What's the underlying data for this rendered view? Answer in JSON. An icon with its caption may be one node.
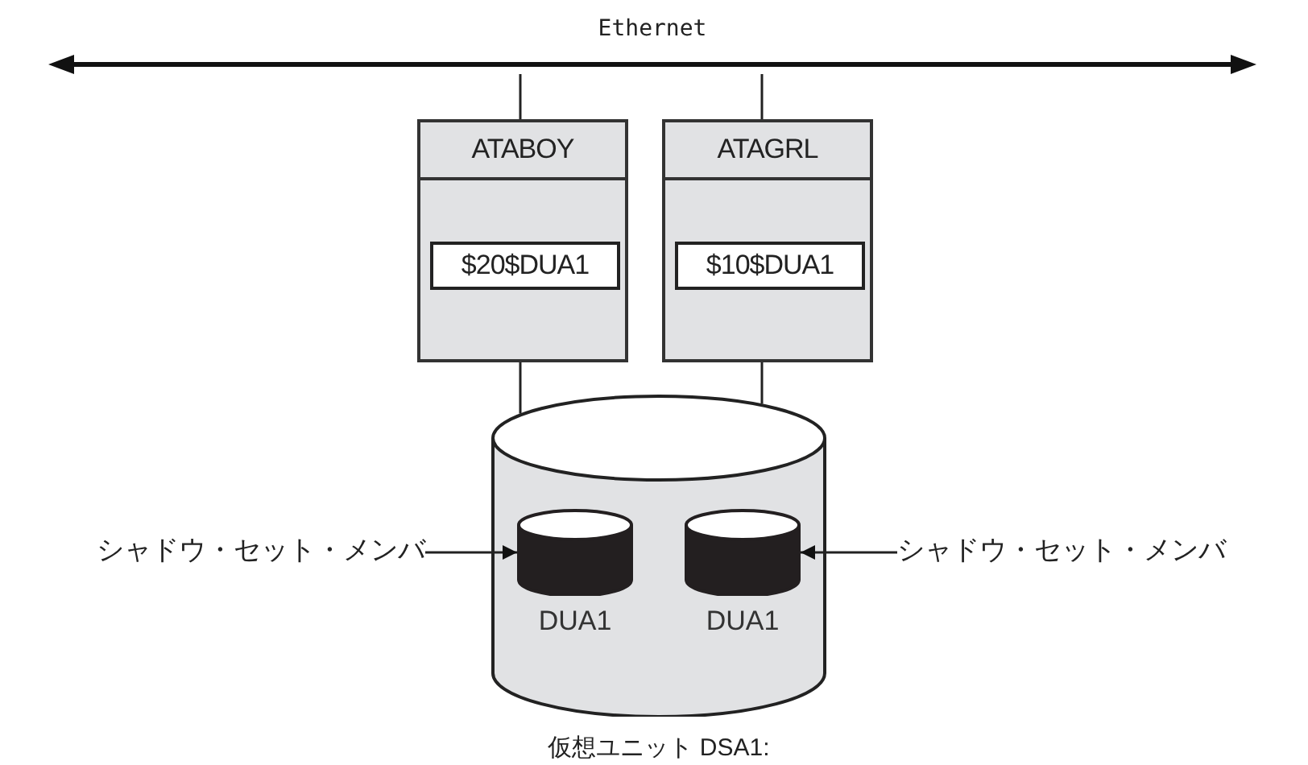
{
  "diagram": {
    "nodes": [
      {
        "text": [
          "Ethernet"
        ]
      },
      {
        "text": [
          "ATABOY"
        ]
      },
      {
        "text": [
          "$20$DUA1"
        ],
        "in": 1
      },
      {
        "text": [
          "ATAGRL"
        ]
      },
      {
        "text": [
          "$10$DUA1"
        ],
        "in": 3
      },
      {
        "text": [
          "仮想ユニット DSA1:"
        ]
      },
      {
        "text": [],
        "shape": "cylinder",
        "in": 5,
        "beside": [
          "DUA1"
        ]
      },
      {
        "text": [],
        "shape": "cylinder",
        "in": 5,
        "beside": [
          "DUA1"
        ]
      },
      {
        "text": [
          "シャドウ・セット・メンバ"
        ]
      },
      {
        "text": [
          "シャドウ・セット・メンバ"
        ]
      }
    ],
    "edges": [
      {
        "from": 0,
        "to": 1,
        "arrow": "none"
      },
      {
        "from": 0,
        "to": 3,
        "arrow": "none"
      },
      {
        "from": 1,
        "to": 5,
        "arrow": "none"
      },
      {
        "from": 3,
        "to": 5,
        "arrow": "none"
      },
      {
        "from": 8,
        "to": 6,
        "arrow": "to"
      },
      {
        "from": 9,
        "to": 7,
        "arrow": "to"
      }
    ]
  }
}
